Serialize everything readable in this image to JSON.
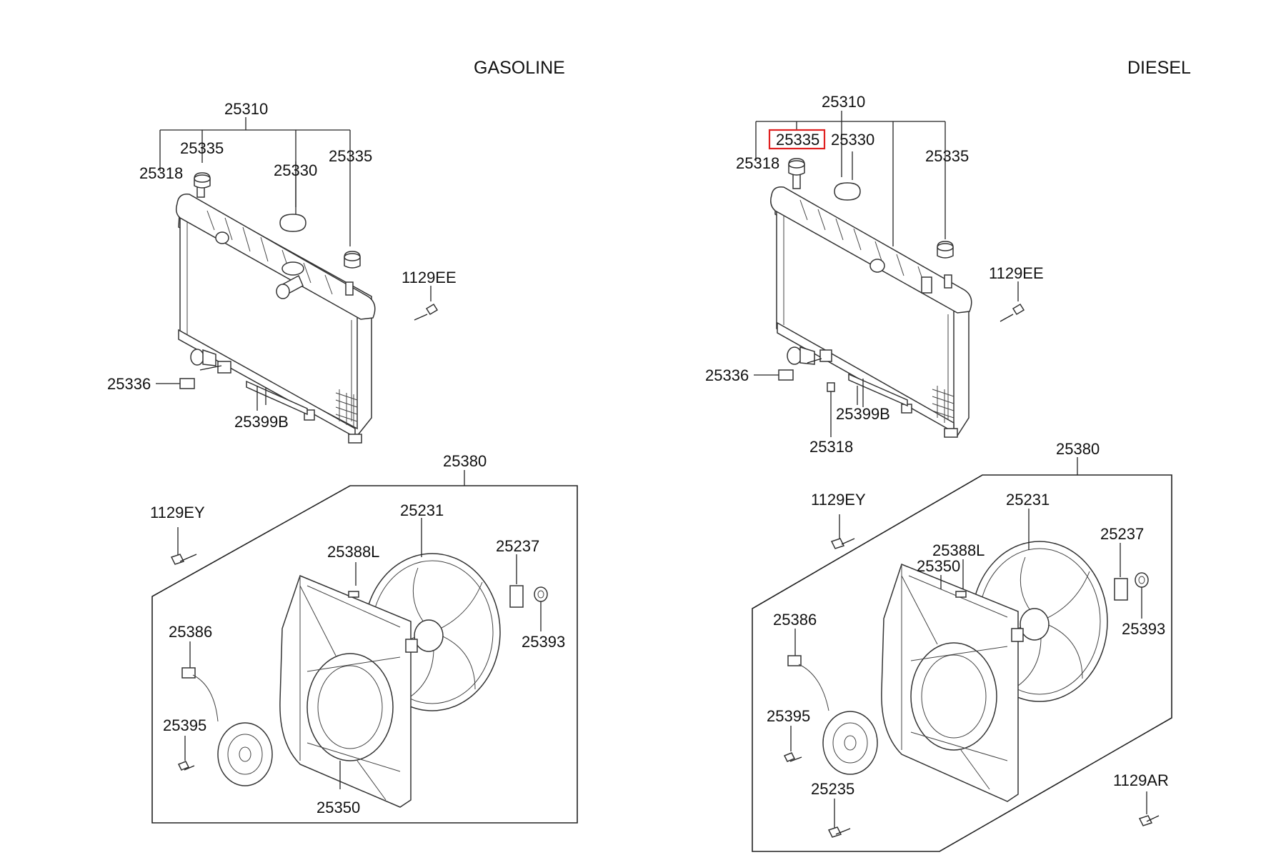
{
  "titles": {
    "gasoline": "GASOLINE",
    "diesel": "DIESEL"
  },
  "gasoline": {
    "p25310": "25310",
    "p25318": "25318",
    "p25335a": "25335",
    "p25330": "25330",
    "p25335b": "25335",
    "p1129ee": "1129EE",
    "p25336": "25336",
    "p25399b": "25399B",
    "p25380": "25380",
    "p1129ey": "1129EY",
    "p25231": "25231",
    "p25388l": "25388L",
    "p25237": "25237",
    "p25393": "25393",
    "p25386": "25386",
    "p25395": "25395",
    "p25350": "25350"
  },
  "diesel": {
    "p25310": "25310",
    "p25335a": "25335",
    "p25330": "25330",
    "p25318a": "25318",
    "p25335b": "25335",
    "p1129ee": "1129EE",
    "p25336": "25336",
    "p25399b": "25399B",
    "p25318b": "25318",
    "p25380": "25380",
    "p1129ey": "1129EY",
    "p25231": "25231",
    "p25388l": "25388L",
    "p25350": "25350",
    "p25237": "25237",
    "p25386": "25386",
    "p25393": "25393",
    "p25395": "25395",
    "p25235": "25235",
    "p1129ar": "1129AR"
  },
  "highlight_color": "#e02020"
}
